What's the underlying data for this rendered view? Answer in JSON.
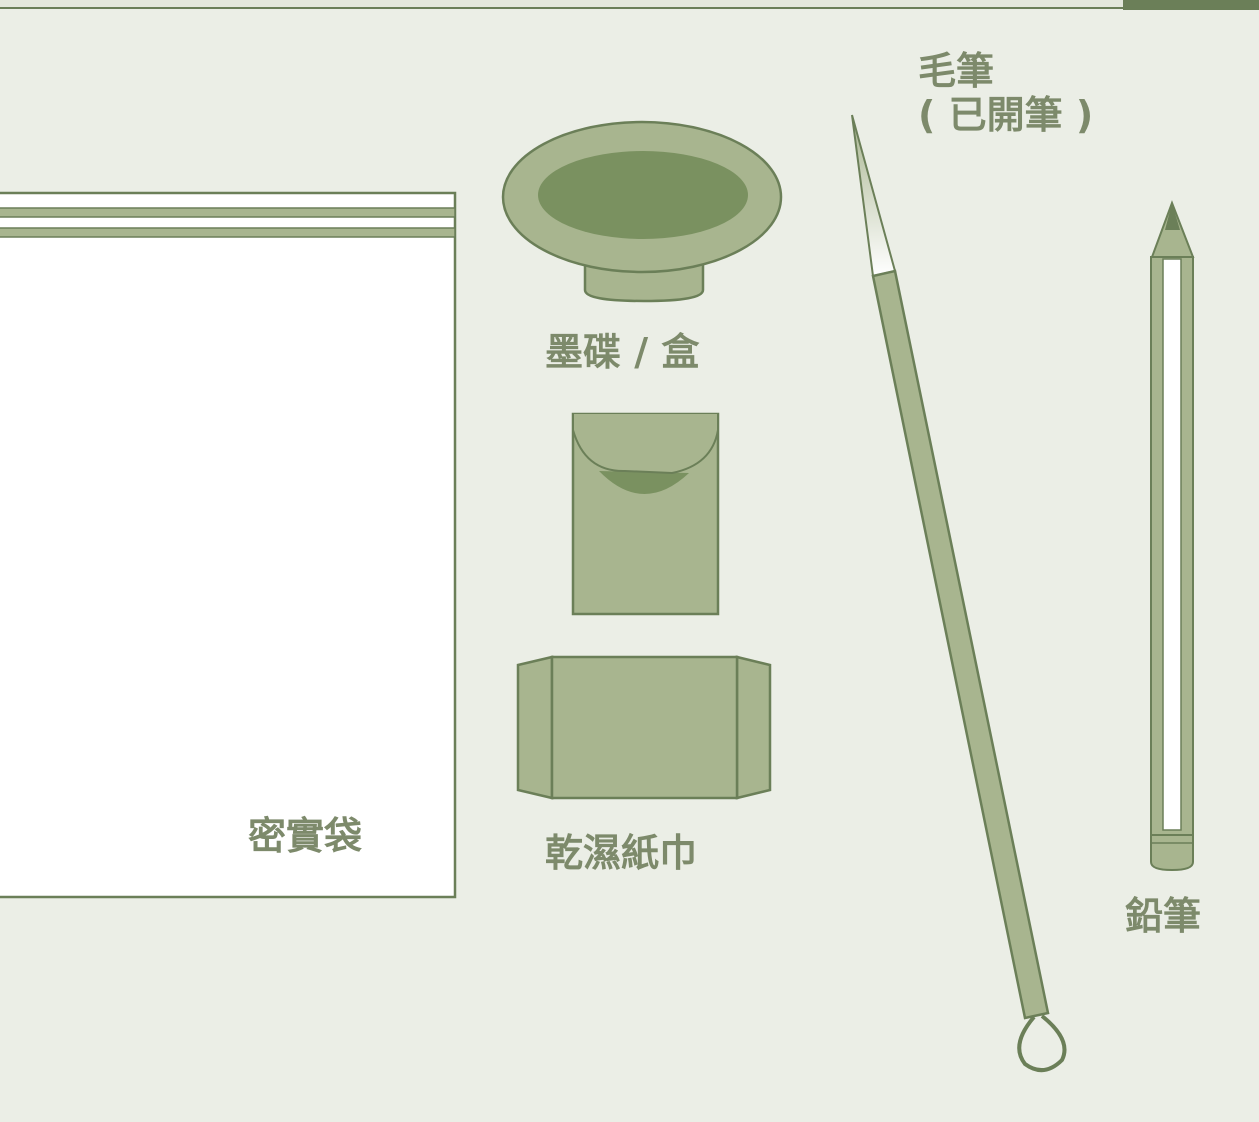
{
  "palette": {
    "background": "#ebeee6",
    "fill": "#a8b58f",
    "stroke": "#6b7f58",
    "dark": "#7a9160",
    "text": "#7d8a6b",
    "white": "#ffffff"
  },
  "items": {
    "bag": {
      "label": "密實袋",
      "icon": "zip-bag-icon"
    },
    "ink_dish": {
      "label": "墨碟 / 盒",
      "icon": "ink-dish-icon"
    },
    "wipes": {
      "label": "乾濕紙巾",
      "icon": "wet-wipes-icon"
    },
    "brush": {
      "label_line1": "毛筆",
      "label_line2": "( 已開筆 )",
      "icon": "brush-icon"
    },
    "pencil": {
      "label": "鉛筆",
      "icon": "pencil-icon"
    }
  }
}
